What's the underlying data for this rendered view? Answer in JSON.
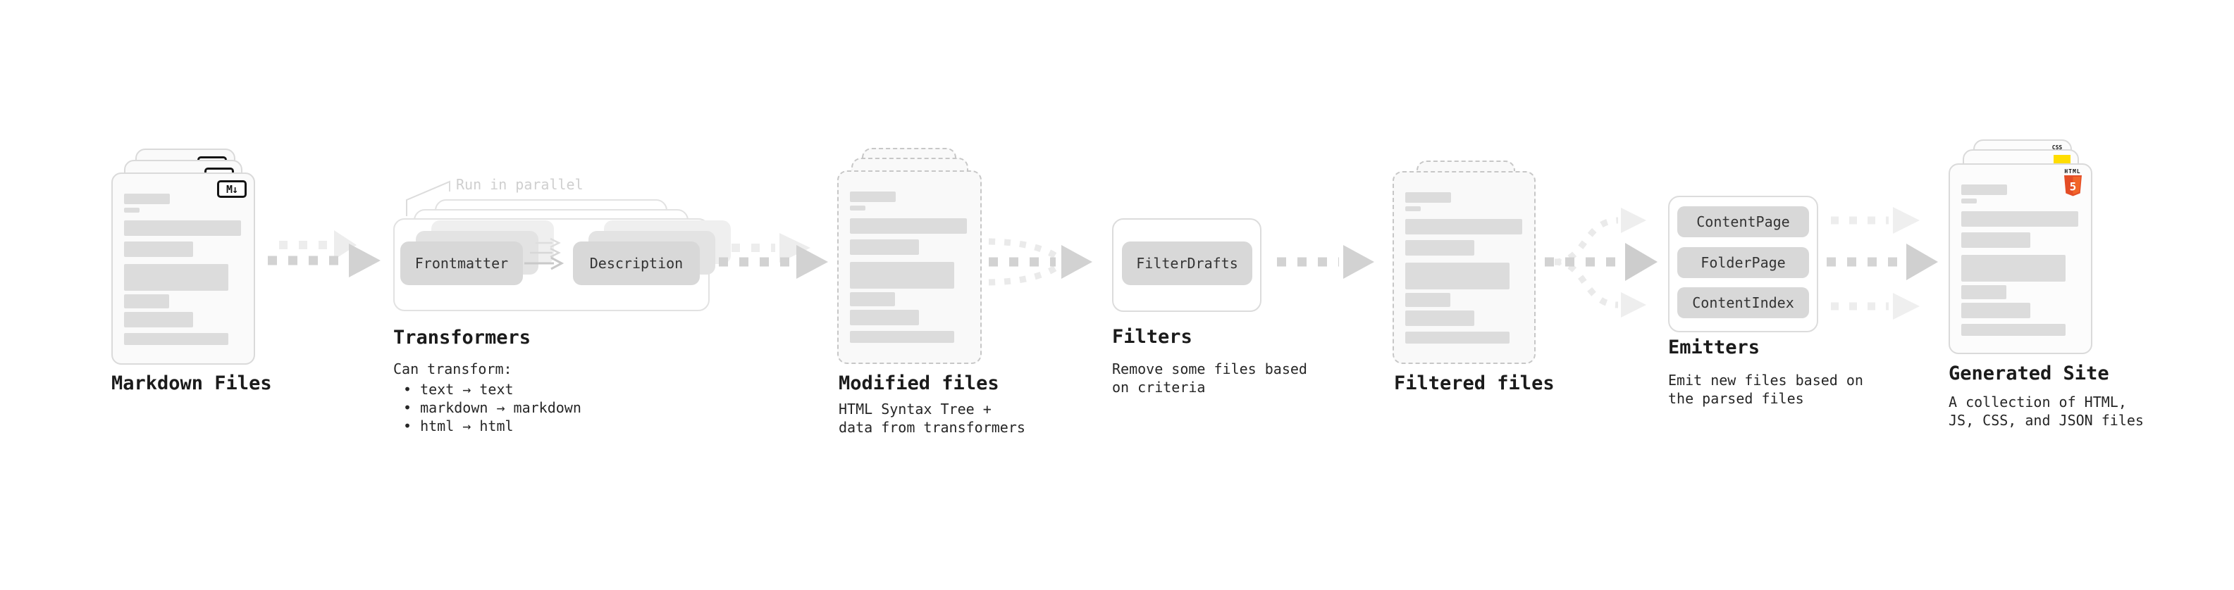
{
  "colors": {
    "html5_orange": "#e44d26",
    "html5_orange_light": "#f16529",
    "js_yellow": "#ffdd00",
    "css_blue": "#2965f1",
    "chip_gray": "#d8d8d8",
    "arrow_gray": "#d2d2d2"
  },
  "icons": {
    "markdown_glyph": "M↓",
    "html5_label": "HTML",
    "html5_glyph": "5",
    "css_label": "CSS"
  },
  "sections": {
    "markdown_files": {
      "label": "Markdown Files"
    },
    "transformers": {
      "label": "Transformers",
      "callout": "Run in parallel",
      "box1": "Frontmatter",
      "box2": "Description",
      "note_title": "Can transform:",
      "bullets": [
        "• text → text",
        "• markdown → markdown",
        "• html → html"
      ]
    },
    "modified_files": {
      "label": "Modified files",
      "description_lines": [
        "HTML Syntax Tree +",
        "data from transformers"
      ]
    },
    "filters": {
      "label": "Filters",
      "box1": "FilterDrafts",
      "description_lines": [
        "Remove some files based",
        "on criteria"
      ]
    },
    "filtered_files": {
      "label": "Filtered files"
    },
    "emitters": {
      "label": "Emitters",
      "boxes": [
        "ContentPage",
        "FolderPage",
        "ContentIndex"
      ],
      "description_lines": [
        "Emit new files based on",
        "the parsed files"
      ]
    },
    "generated_site": {
      "label": "Generated Site",
      "description_lines": [
        "A collection of HTML,",
        "JS, CSS, and JSON files"
      ]
    }
  }
}
